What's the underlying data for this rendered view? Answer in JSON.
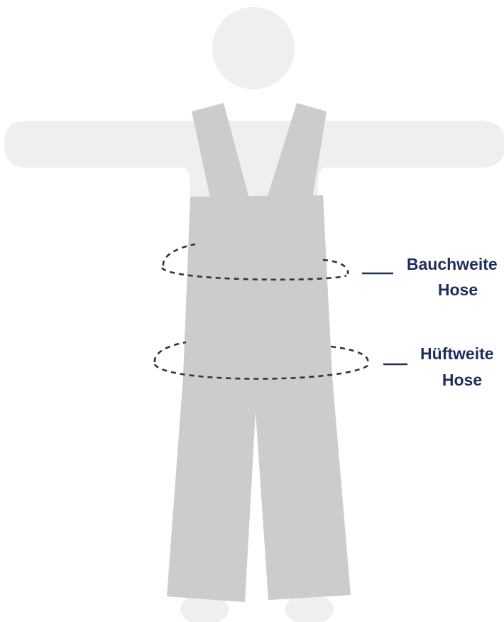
{
  "colors": {
    "body": "#efefef",
    "overalls": "#cccccc",
    "measure_line": "#333333",
    "label": "#1f2d5c"
  },
  "measurements": [
    {
      "id": "belly",
      "label_line1": "Bauchweite",
      "label_line2": "Hose"
    },
    {
      "id": "hip",
      "label_line1": "Hüftweite",
      "label_line2": "Hose"
    }
  ]
}
